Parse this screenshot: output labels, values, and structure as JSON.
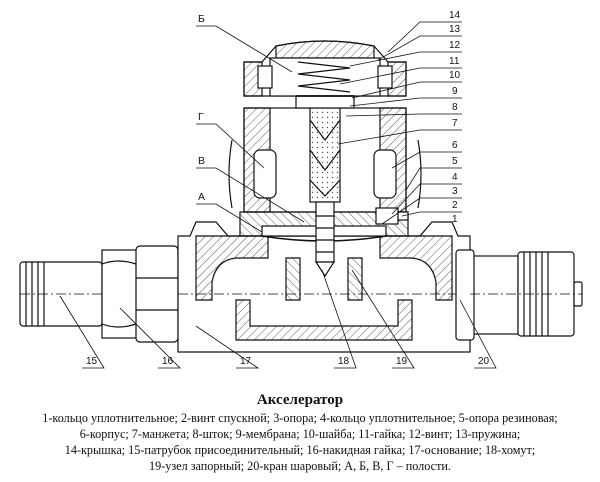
{
  "title": "Акселератор",
  "legend_lines": [
    "1-кольцо уплотнительное; 2-винт спускной; 3-опора; 4-кольцо уплотнительное; 5-опора резиновая;",
    "6-корпус; 7-манжета; 8-шток; 9-мембрана; 10-шайба; 11-гайка; 12-винт; 13-пружина;",
    "14-крышка; 15-патрубок присоединительный; 16-накидная гайка; 17-основание; 18-хомут;",
    "19-узел запорный; 20-кран шаровый; А, Б, В, Г – полости."
  ],
  "callouts": {
    "c1": "1",
    "c2": "2",
    "c3": "3",
    "c4": "4",
    "c5": "5",
    "c6": "6",
    "c7": "7",
    "c8": "8",
    "c9": "9",
    "c10": "10",
    "c11": "11",
    "c12": "12",
    "c13": "13",
    "c14": "14",
    "c15": "15",
    "c16": "16",
    "c17": "17",
    "c18": "18",
    "c19": "19",
    "c20": "20",
    "cavB": "Б",
    "cavG": "Г",
    "cavV": "В",
    "cavA": "А"
  }
}
